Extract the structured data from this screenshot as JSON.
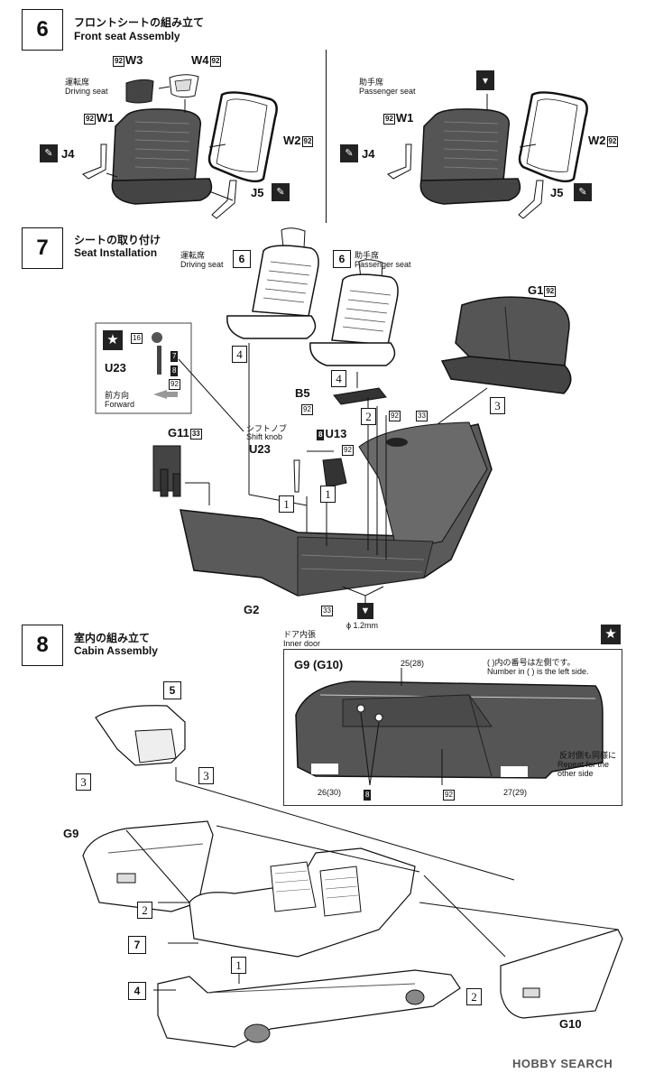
{
  "step6": {
    "number": "6",
    "title_jp": "フロントシートの組み立て",
    "title_en": "Front seat Assembly",
    "driving": {
      "jp": "運転席",
      "en": "Driving seat"
    },
    "passenger": {
      "jp": "助手席",
      "en": "Passenger seat"
    },
    "parts": {
      "w3": "W3",
      "w4": "W4",
      "w1": "W1",
      "w2": "W2",
      "j4": "J4",
      "j5": "J5",
      "code92": "92"
    }
  },
  "step7": {
    "number": "7",
    "title_jp": "シートの取り付け",
    "title_en": "Seat Installation",
    "driving": {
      "jp": "運転席",
      "en": "Driving seat",
      "ref": "6"
    },
    "passenger": {
      "jp": "助手席",
      "en": "Passenger seat",
      "ref": "6"
    },
    "parts": {
      "g1": "G1",
      "b5": "B5",
      "u13": "U13",
      "u23": "U23",
      "g11": "G11",
      "g2": "G2"
    },
    "inset": {
      "num16": "16",
      "num7": "7",
      "num8": "8",
      "num92": "92",
      "u23": "U23",
      "forward_jp": "前方向",
      "forward_en": "Forward"
    },
    "shift_knob": {
      "jp": "シフトノブ",
      "en": "Shift knob",
      "part": "U23"
    },
    "codes": {
      "c92": "92",
      "c33": "33",
      "c8": "8"
    },
    "order": {
      "o1": "1",
      "o2": "2",
      "o3": "3",
      "o4": "4"
    },
    "drill": "ϕ 1.2mm"
  },
  "step8": {
    "number": "8",
    "title_jp": "室内の組み立て",
    "title_en": "Cabin Assembly",
    "inner_door": {
      "jp": "ドア内張",
      "en": "Inner door"
    },
    "inset": {
      "title": "G9 (G10)",
      "num_top": "25(28)",
      "note_jp": "( )内の番号は左側です。",
      "note_en": "Number in ( ) is the left side.",
      "repeat_jp": "反対側も同様に",
      "repeat_en": "Repeat for the other side",
      "num_bl": "26(30)",
      "num_8": "8",
      "num_92": "92",
      "num_br": "27(29)"
    },
    "parts": {
      "g9": "G9",
      "g10": "G10",
      "ref5": "5",
      "ref7": "7",
      "ref4": "4"
    },
    "order": {
      "o1": "1",
      "o2": "2",
      "o3": "3"
    }
  },
  "watermark": "HOBBY SEARCH"
}
